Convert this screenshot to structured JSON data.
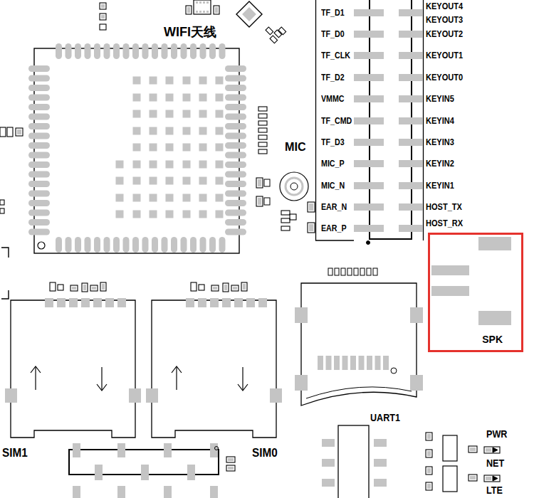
{
  "diagram": {
    "nodes": [
      {
        "text": [
          "SPK"
        ]
      }
    ],
    "labels": [
      "WIFI天线",
      "TF_D1",
      "KEYOUT4",
      "KEYOUT3",
      "TF_D0",
      "KEYOUT2",
      "TF_CLK",
      "KEYOUT1",
      "TF_D2",
      "KEYOUT0",
      "VMMC",
      "KEYIN5",
      "TF_CMD",
      "KEYIN4",
      "MIC",
      "TF_D3",
      "KEYIN3",
      "MIC_P",
      "KEYIN2",
      "MIC_N",
      "KEYIN1",
      "EAR_N",
      "HOST_TX",
      "EAR_P",
      "HOST_RX",
      "UART1",
      "SIM1",
      "SIM0",
      "PWR",
      "NET",
      "LTE"
    ]
  }
}
